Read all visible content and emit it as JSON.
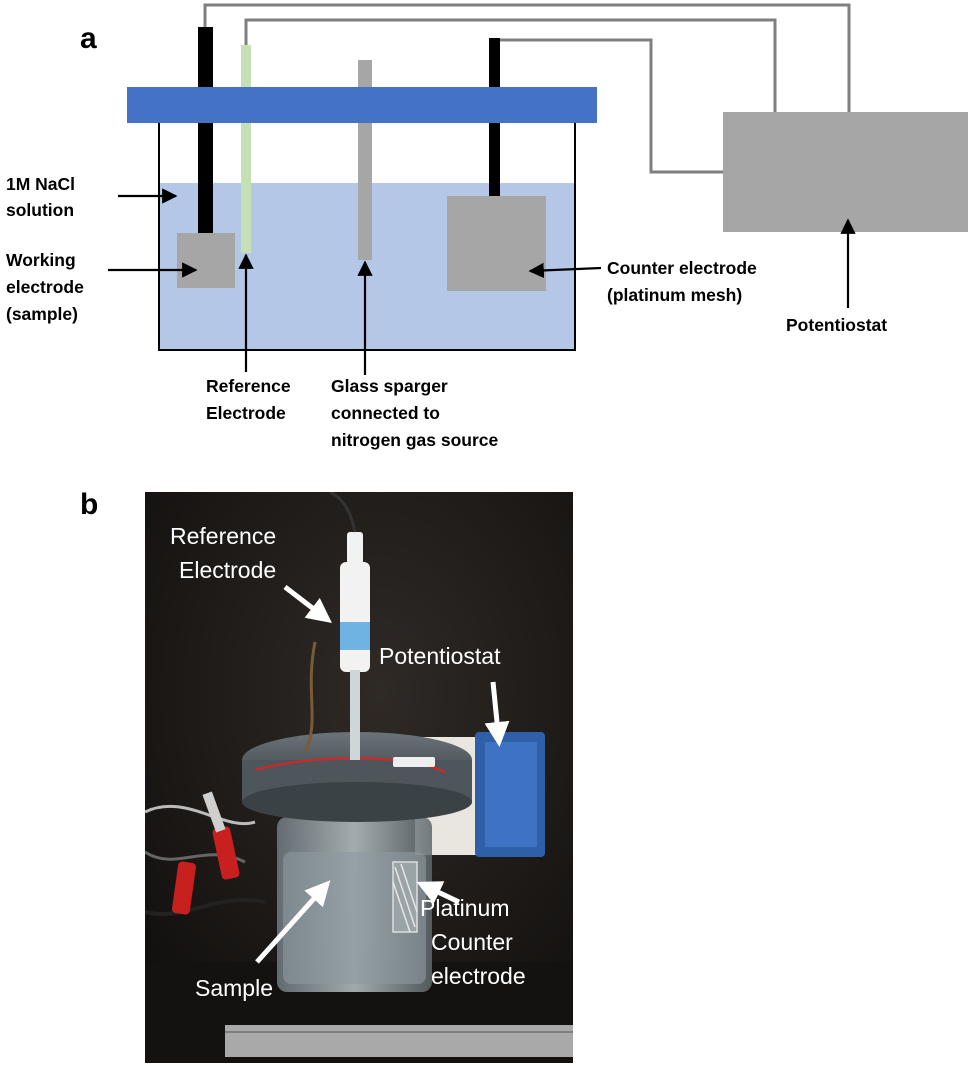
{
  "panel_a": {
    "letter": "a",
    "labels": {
      "solution_line1": "1M NaCl",
      "solution_line2": "solution",
      "working_line1": "Working",
      "working_line2": "electrode",
      "working_line3": "(sample)",
      "reference_line1": "Reference",
      "reference_line2": "Electrode",
      "sparger_line1": "Glass sparger",
      "sparger_line2": "connected to",
      "sparger_line3": "nitrogen gas source",
      "counter_line1": "Counter electrode",
      "counter_line2": "(platinum mesh)",
      "potentiostat": "Potentiostat"
    },
    "colors": {
      "lid": "#4472c4",
      "solution": "#b4c7e7",
      "electrode_gray": "#a6a6a6",
      "wire_gray": "#7f7f7f",
      "reference_green": "#c5e0b4",
      "black_rod": "#000000"
    }
  },
  "panel_b": {
    "letter": "b",
    "labels": {
      "reference_line1": "Reference",
      "reference_line2": "Electrode",
      "potentiostat": "Potentiostat",
      "platinum_line1": "Platinum",
      "platinum_line2": "Counter",
      "platinum_line3": "electrode",
      "sample": "Sample"
    }
  }
}
